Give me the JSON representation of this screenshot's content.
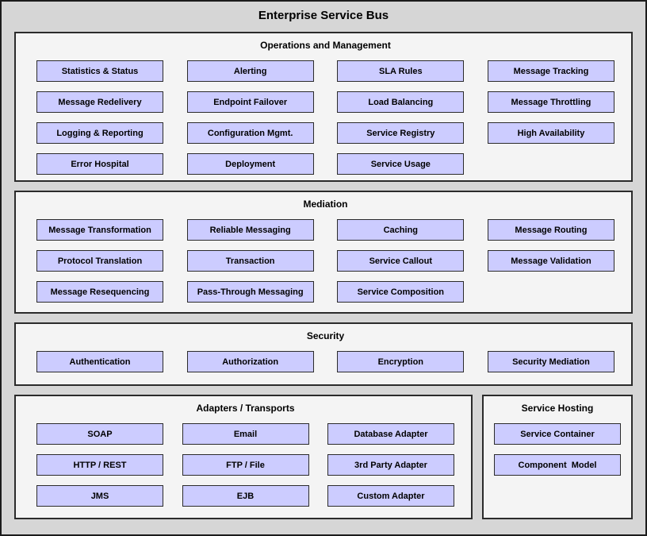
{
  "title": "Enterprise Service Bus",
  "colors": {
    "background": "#d6d6d6",
    "panel_fill": "#f4f4f4",
    "box_fill": "#ccccff",
    "border": "#2b2b2b"
  },
  "operations": {
    "title": "Operations and Management",
    "items": [
      "Statistics & Status",
      "Alerting",
      "SLA Rules",
      "Message Tracking",
      "Message Redelivery",
      "Endpoint Failover",
      "Load Balancing",
      "Message Throttling",
      "Logging & Reporting",
      "Configuration Mgmt.",
      "Service Registry",
      "High Availability",
      "Error Hospital",
      "Deployment",
      "Service Usage"
    ]
  },
  "mediation": {
    "title": "Mediation",
    "items": [
      "Message Transformation",
      "Reliable Messaging",
      "Caching",
      "Message Routing",
      "Protocol Translation",
      "Transaction",
      "Service Callout",
      "Message Validation",
      "Message Resequencing",
      "Pass-Through Messaging",
      "Service Composition"
    ]
  },
  "security": {
    "title": "Security",
    "items": [
      "Authentication",
      "Authorization",
      "Encryption",
      "Security Mediation"
    ]
  },
  "adapters": {
    "title": "Adapters / Transports",
    "items": [
      "SOAP",
      "Email",
      "Database Adapter",
      "HTTP / REST",
      "FTP / File",
      "3rd Party Adapter",
      "JMS",
      "EJB",
      "Custom Adapter"
    ]
  },
  "hosting": {
    "title": "Service Hosting",
    "items": [
      "Service Container",
      "Component  Model"
    ]
  }
}
